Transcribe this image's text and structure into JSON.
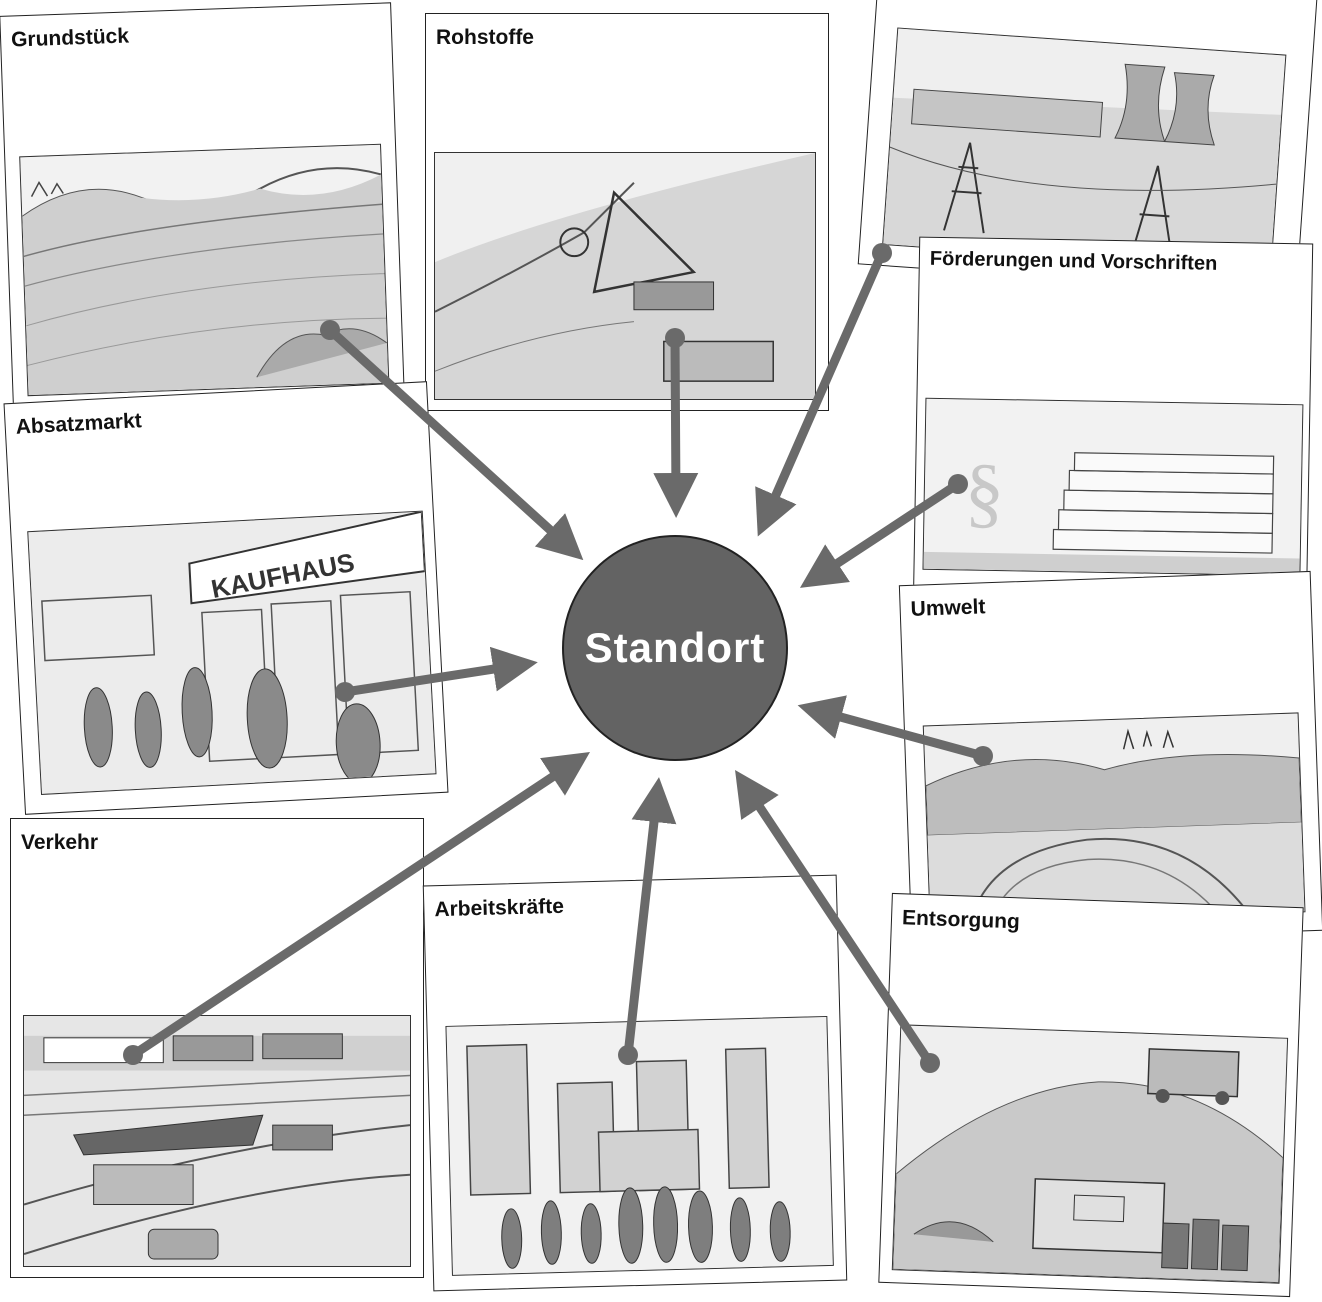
{
  "center_label": "Standort",
  "factors": {
    "grundstueck": "Grundstück",
    "rohstoffe": "Rohstoffe",
    "energie": "",
    "foerderungen": "Förderungen und Vorschriften",
    "absatzmarkt": "Absatzmarkt",
    "umwelt": "Umwelt",
    "verkehr": "Verkehr",
    "arbeitskraefte": "Arbeitskräfte",
    "entsorgung": "Entsorgung"
  },
  "illustration_text": {
    "kaufhaus_sign": "KAUFHAUS",
    "paragraph_sign": "§"
  },
  "colors": {
    "arrow": "#6a6a6a",
    "center_fill": "#636363",
    "sketch_bg": "#e9e9e9"
  },
  "icons": {
    "grundstueck": "field-landscape-icon",
    "rohstoffe": "excavator-icon",
    "energie": "power-plant-icon",
    "foerderungen": "paragraph-documents-icon",
    "absatzmarkt": "department-store-icon",
    "umwelt": "landscape-lake-icon",
    "verkehr": "traffic-transport-icon",
    "arbeitskraefte": "workers-city-icon",
    "entsorgung": "waste-dump-icon"
  }
}
